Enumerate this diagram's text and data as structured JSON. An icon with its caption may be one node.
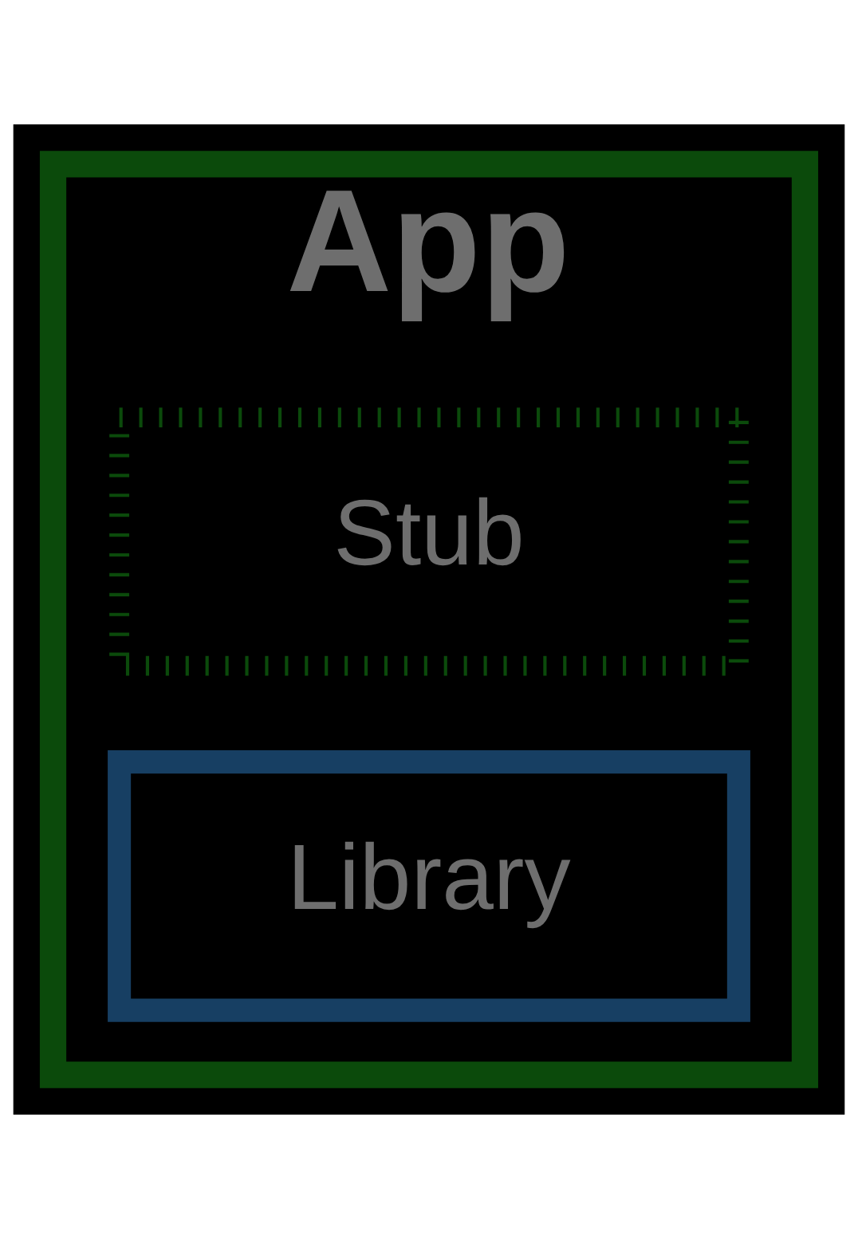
{
  "diagram": {
    "nodes": [
      {
        "text": [
          "App"
        ]
      },
      {
        "text": [
          "Stub"
        ],
        "in": 0
      },
      {
        "text": [
          "Library"
        ],
        "in": 0
      }
    ]
  }
}
